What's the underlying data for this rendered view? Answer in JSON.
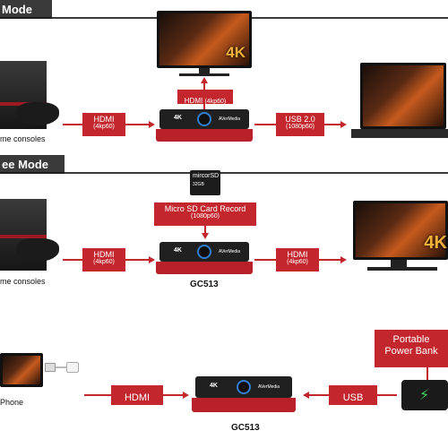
{
  "modes": {
    "pc_mode_title": "Mode",
    "pc_free_mode_title": "ee Mode"
  },
  "section1": {
    "hdmi_up": {
      "label": "HDMI",
      "sub": "(4kp60)"
    },
    "hdmi_in": {
      "label": "HDMI",
      "sub": "(4kp60)"
    },
    "usb_out": {
      "label": "USB 2.0",
      "sub": "(1080p60)"
    },
    "console_caption": "me consoles",
    "monitor_badge": "4K"
  },
  "section2": {
    "sd_card_text": "mircorSD",
    "sd_card_sub": "32GB",
    "record": {
      "label": "Micro SD Card Record",
      "sub": "(1080p60)"
    },
    "hdmi_in": {
      "label": "HDMI",
      "sub": "(4kp60)"
    },
    "hdmi_out": {
      "label": "HDMI",
      "sub": "(4kp60)"
    },
    "console_caption": "me consoles",
    "device_caption": "GC513",
    "tv_badge": "4K"
  },
  "section3": {
    "hdmi": {
      "label": "HDMI"
    },
    "usb": {
      "label": "USB"
    },
    "phone_caption": "Phone",
    "device_caption": "GC513",
    "power_bank": {
      "line1": "Portable",
      "line2": "Power Bank"
    }
  },
  "device_labels": {
    "res": "4K",
    "brand": "AVerMedia"
  },
  "colors": {
    "accent_red": "#c4262e",
    "header_dark": "#3a3a3a",
    "ring_blue": "#2f7fd0"
  }
}
